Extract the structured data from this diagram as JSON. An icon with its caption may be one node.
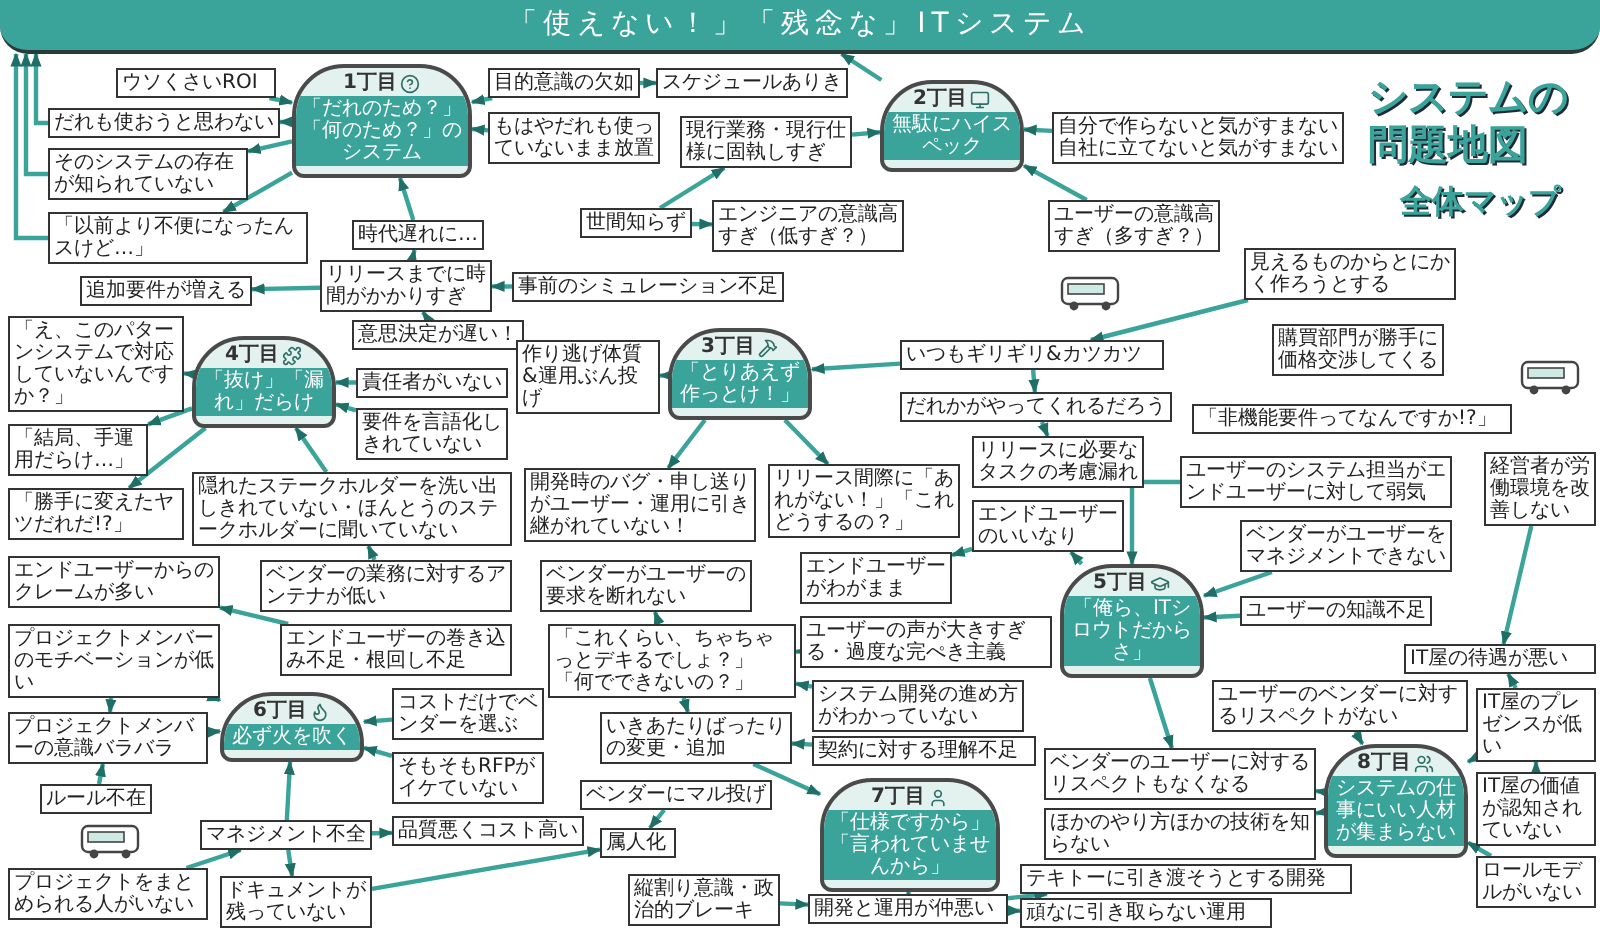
{
  "diagram": {
    "title": "システムの問題地図",
    "nodes": [
      {
        "text": [
          "「使えない！」「残念な」ITシステム"
        ]
      },
      {
        "text": [
          "1丁目",
          "「だれのため？」「何のため？」のシステム"
        ]
      },
      {
        "text": [
          "ウソくさいROI"
        ]
      },
      {
        "text": [
          "目的意識の欠如"
        ]
      },
      {
        "text": [
          "スケジュールありき"
        ]
      },
      {
        "text": [
          "だれも使おうと思わない"
        ]
      },
      {
        "text": [
          "そのシステムの存在が知られていない"
        ]
      },
      {
        "text": [
          "もはやだれも使っていないまま放置"
        ]
      },
      {
        "text": [
          "「以前より不便になったんスけど…」"
        ]
      },
      {
        "text": [
          "時代遅れに…"
        ]
      },
      {
        "text": [
          "リリースまでに時間がかかりすぎ"
        ]
      },
      {
        "text": [
          "追加要件が増える"
        ]
      },
      {
        "text": [
          "意思決定が遅い！"
        ]
      },
      {
        "text": [
          "事前のシミュレーション不足"
        ]
      },
      {
        "text": [
          "2丁目",
          "無駄にハイスペック"
        ]
      },
      {
        "text": [
          "現行業務・現行仕様に固執しすぎ"
        ]
      },
      {
        "text": [
          "自分で作らないと気がすまない自社に立てないと気がすまない"
        ]
      },
      {
        "text": [
          "ユーザーの意識高すぎ（多すぎ？）"
        ]
      },
      {
        "text": [
          "見えるものからとにかく作ろうとする"
        ]
      },
      {
        "text": [
          "世間知らず"
        ]
      },
      {
        "text": [
          "エンジニアの意識高すぎ（低すぎ？）"
        ]
      },
      {
        "text": [
          "4丁目",
          "「抜け」「漏れ」だらけ"
        ]
      },
      {
        "text": [
          "「え、このパターンシステムで対応していないんですか？」"
        ]
      },
      {
        "text": [
          "「結局、手運用だらけ…」"
        ]
      },
      {
        "text": [
          "「勝手に変えたヤツだれだ!?」"
        ]
      },
      {
        "text": [
          "責任者がいない"
        ]
      },
      {
        "text": [
          "要件を言語化しきれていない"
        ]
      },
      {
        "text": [
          "隠れたステークホルダーを洗い出しきれていない・ほんとうのステークホルダーに聞いていない"
        ]
      },
      {
        "text": [
          "エンドユーザーの巻き込み不足・根回し不足"
        ]
      },
      {
        "text": [
          "ベンダーの業務に対するアンテナが低い"
        ]
      },
      {
        "text": [
          "エンドユーザーからのクレームが多い"
        ]
      },
      {
        "text": [
          "3丁目",
          "「とりあえず作っとけ！」"
        ]
      },
      {
        "text": [
          "作り逃げ体質&運用ぶん投げ"
        ]
      },
      {
        "text": [
          "いつもギリギリ&カツカツ"
        ]
      },
      {
        "text": [
          "だれかがやってくれるだろう"
        ]
      },
      {
        "text": [
          "リリース間際に「あれがない！」「これどうするの？」"
        ]
      },
      {
        "text": [
          "リリースに必要なタスクの考慮漏れ"
        ]
      },
      {
        "text": [
          "開発時のバグ・申し送りがユーザー・運用に引き継がれていない！"
        ]
      },
      {
        "text": [
          "購買部門が勝手に価格交渉してくる"
        ]
      },
      {
        "text": [
          "「非機能要件ってなんですか!?」"
        ]
      },
      {
        "text": [
          "経営者が労働環境を改善しない"
        ]
      },
      {
        "text": [
          "5丁目",
          "「俺ら、ITシロウトだからさ」"
        ]
      },
      {
        "text": [
          "ユーザーのシステム担当がエンドユーザーに対して弱気"
        ]
      },
      {
        "text": [
          "ベンダーがユーザーをマネジメントできない"
        ]
      },
      {
        "text": [
          "ユーザーの知識不足"
        ]
      },
      {
        "text": [
          "エンドユーザーがわがまま"
        ]
      },
      {
        "text": [
          "エンドユーザーのいいなり"
        ]
      },
      {
        "text": [
          "ユーザーの声が大きすぎる・過度な完ぺき主義"
        ]
      },
      {
        "text": [
          "ベンダーがユーザーの要求を断れない"
        ]
      },
      {
        "text": [
          "「これくらい、ちゃちゃっとデキるでしょ？」「何でできないの？」"
        ]
      },
      {
        "text": [
          "システム開発の進め方がわかっていない"
        ]
      },
      {
        "text": [
          "契約に対する理解不足"
        ]
      },
      {
        "text": [
          "いきあたりばったりの変更・追加"
        ]
      },
      {
        "text": [
          "6丁目",
          "必ず火を吹く"
        ]
      },
      {
        "text": [
          "プロジェクトメンバーのモチベーションが低い"
        ]
      },
      {
        "text": [
          "プロジェクトメンバーの意識バラバラ"
        ]
      },
      {
        "text": [
          "ルール不在"
        ]
      },
      {
        "text": [
          "コストだけでベンダーを選ぶ"
        ]
      },
      {
        "text": [
          "そもそもRFPがイケていない"
        ]
      },
      {
        "text": [
          "品質悪くコスト高い"
        ]
      },
      {
        "text": [
          "マネジメント不全"
        ]
      },
      {
        "text": [
          "プロジェクトをまとめられる人がいない"
        ]
      },
      {
        "text": [
          "ドキュメントが残っていない"
        ]
      },
      {
        "text": [
          "ベンダーにマル投げ"
        ]
      },
      {
        "text": [
          "属人化"
        ]
      },
      {
        "text": [
          "7丁目",
          "「仕様ですから」「言われていませんから」"
        ]
      },
      {
        "text": [
          "縦割り意識・政治的ブレーキ"
        ]
      },
      {
        "text": [
          "開発と運用が仲悪い"
        ]
      },
      {
        "text": [
          "テキトーに引き渡そうとする開発"
        ]
      },
      {
        "text": [
          "頑なに引き取らない運用"
        ]
      },
      {
        "text": [
          "8丁目",
          "システムの仕事にいい人材が集まらない"
        ]
      },
      {
        "text": [
          "IT屋の待遇が悪い"
        ]
      },
      {
        "text": [
          "ユーザーのベンダーに対するリスペクトがない"
        ]
      },
      {
        "text": [
          "ベンダーのユーザーに対するリスペクトもなくなる"
        ]
      },
      {
        "text": [
          "ほかのやり方ほかの技術を知らない"
        ]
      },
      {
        "text": [
          "IT屋のプレゼンスが低い"
        ]
      },
      {
        "text": [
          "IT屋の価値が認知されていない"
        ]
      },
      {
        "text": [
          "ロールモデルがいない"
        ]
      }
    ],
    "edges": [
      {
        "from": 2,
        "to": 1,
        "arrow": "to"
      },
      {
        "from": 3,
        "to": 1,
        "arrow": "to"
      },
      {
        "from": 3,
        "to": 4,
        "arrow": "to"
      },
      {
        "from": 1,
        "to": 5,
        "arrow": "to"
      },
      {
        "from": 1,
        "to": 6,
        "arrow": "to"
      },
      {
        "from": 7,
        "to": 1,
        "arrow": "to"
      },
      {
        "from": 1,
        "to": 8,
        "arrow": "to"
      },
      {
        "from": 9,
        "to": 1,
        "arrow": "to"
      },
      {
        "from": 10,
        "to": 9,
        "arrow": "to"
      },
      {
        "from": 10,
        "to": 11,
        "arrow": "to"
      },
      {
        "from": 12,
        "to": 10,
        "arrow": "to"
      },
      {
        "from": 13,
        "to": 10,
        "arrow": "to"
      },
      {
        "from": 5,
        "to": 0,
        "arrow": "to"
      },
      {
        "from": 6,
        "to": 0,
        "arrow": "to"
      },
      {
        "from": 8,
        "to": 0,
        "arrow": "to"
      },
      {
        "from": 15,
        "to": 14,
        "arrow": "to"
      },
      {
        "from": 16,
        "to": 14,
        "arrow": "to"
      },
      {
        "from": 17,
        "to": 14,
        "arrow": "to"
      },
      {
        "from": 19,
        "to": 15,
        "arrow": "to"
      },
      {
        "from": 19,
        "to": 20,
        "arrow": "to"
      },
      {
        "from": 14,
        "to": 0,
        "arrow": "to"
      },
      {
        "from": 18,
        "to": 33,
        "arrow": "to"
      },
      {
        "from": 25,
        "to": 21,
        "arrow": "to"
      },
      {
        "from": 26,
        "to": 21,
        "arrow": "to"
      },
      {
        "from": 27,
        "to": 21,
        "arrow": "to"
      },
      {
        "from": 21,
        "to": 22,
        "arrow": "to"
      },
      {
        "from": 21,
        "to": 23,
        "arrow": "to"
      },
      {
        "from": 21,
        "to": 24,
        "arrow": "to"
      },
      {
        "from": 28,
        "to": 30,
        "arrow": "to"
      },
      {
        "from": 29,
        "to": 27,
        "arrow": "to"
      },
      {
        "from": 31,
        "to": 32,
        "arrow": "to"
      },
      {
        "from": 33,
        "to": 31,
        "arrow": "to"
      },
      {
        "from": 33,
        "to": 34,
        "arrow": "to"
      },
      {
        "from": 34,
        "to": 36,
        "arrow": "to"
      },
      {
        "from": 31,
        "to": 35,
        "arrow": "to"
      },
      {
        "from": 31,
        "to": 37,
        "arrow": "to"
      },
      {
        "from": 42,
        "to": 41,
        "arrow": "to"
      },
      {
        "from": 43,
        "to": 41,
        "arrow": "to"
      },
      {
        "from": 44,
        "to": 41,
        "arrow": "to"
      },
      {
        "from": 41,
        "to": 46,
        "arrow": "to"
      },
      {
        "from": 46,
        "to": 45,
        "arrow": "to"
      },
      {
        "from": 47,
        "to": 49,
        "arrow": "to"
      },
      {
        "from": 50,
        "to": 49,
        "arrow": "to"
      },
      {
        "from": 51,
        "to": 52,
        "arrow": "to"
      },
      {
        "from": 49,
        "to": 48,
        "arrow": "to"
      },
      {
        "from": 49,
        "to": 52,
        "arrow": "to"
      },
      {
        "from": 52,
        "to": 65,
        "arrow": "to"
      },
      {
        "from": 66,
        "to": 67,
        "arrow": "to"
      },
      {
        "from": 67,
        "to": 65,
        "arrow": "to"
      },
      {
        "from": 67,
        "to": 68,
        "arrow": "to"
      },
      {
        "from": 67,
        "to": 69,
        "arrow": "to"
      },
      {
        "from": 57,
        "to": 53,
        "arrow": "to"
      },
      {
        "from": 58,
        "to": 53,
        "arrow": "to"
      },
      {
        "from": 54,
        "to": 53,
        "arrow": "to"
      },
      {
        "from": 55,
        "to": 53,
        "arrow": "to"
      },
      {
        "from": 54,
        "to": 55,
        "arrow": "to"
      },
      {
        "from": 56,
        "to": 55,
        "arrow": "to"
      },
      {
        "from": 60,
        "to": 59,
        "arrow": "to"
      },
      {
        "from": 60,
        "to": 53,
        "arrow": "to"
      },
      {
        "from": 61,
        "to": 60,
        "arrow": "to"
      },
      {
        "from": 60,
        "to": 62,
        "arrow": "to"
      },
      {
        "from": 62,
        "to": 64,
        "arrow": "to"
      },
      {
        "from": 63,
        "to": 64,
        "arrow": "to"
      },
      {
        "from": 72,
        "to": 70,
        "arrow": "to"
      },
      {
        "from": 70,
        "to": 73,
        "arrow": "to"
      },
      {
        "from": 70,
        "to": 74,
        "arrow": "to"
      },
      {
        "from": 75,
        "to": 70,
        "arrow": "to"
      },
      {
        "from": 76,
        "to": 75,
        "arrow": "to"
      },
      {
        "from": 77,
        "to": 70,
        "arrow": "to"
      },
      {
        "from": 40,
        "to": 71,
        "arrow": "to"
      },
      {
        "from": 75,
        "to": 71,
        "arrow": "to"
      },
      {
        "from": 41,
        "to": 73,
        "arrow": "to"
      }
    ],
    "labels": [
      "全体マップ"
    ]
  }
}
